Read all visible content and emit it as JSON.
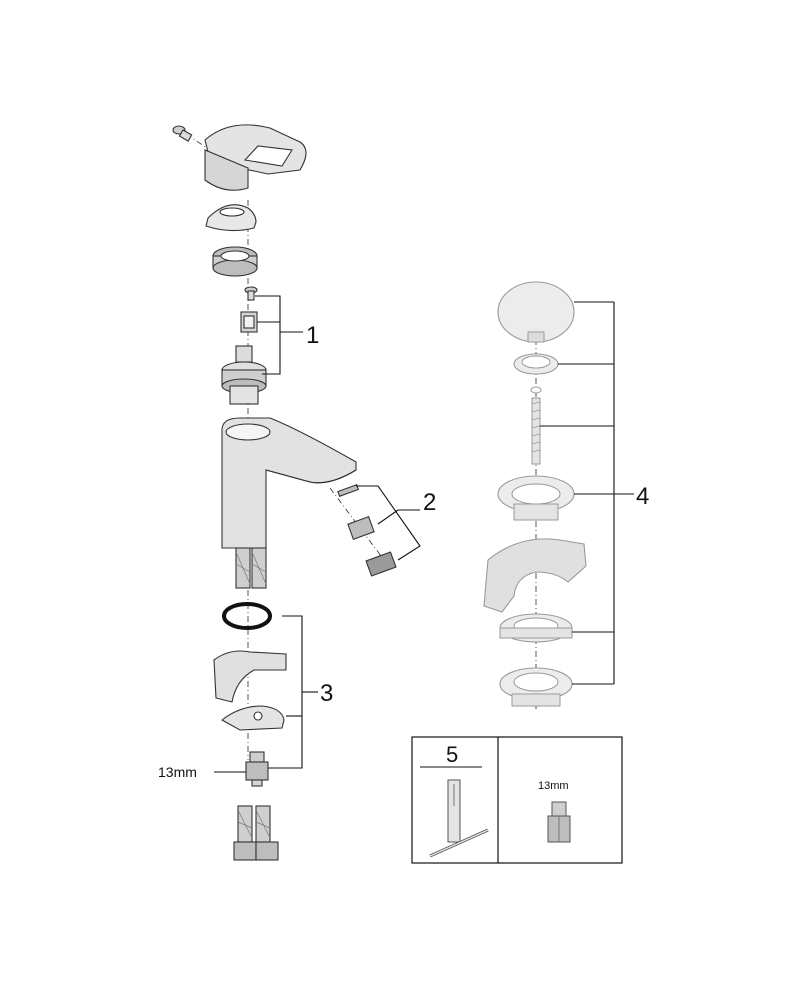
{
  "callouts": {
    "c1": "1",
    "c2": "2",
    "c3": "3",
    "c4": "4",
    "c5": "5"
  },
  "labels": {
    "wrench_size_left": "13mm",
    "wrench_size_box": "13mm"
  },
  "colors": {
    "line": "#111111",
    "part_fill": "#e6e6e6",
    "part_dark": "#bdbdbd",
    "drain_fill": "#ececec",
    "drain_stroke": "#9a9a9a"
  }
}
